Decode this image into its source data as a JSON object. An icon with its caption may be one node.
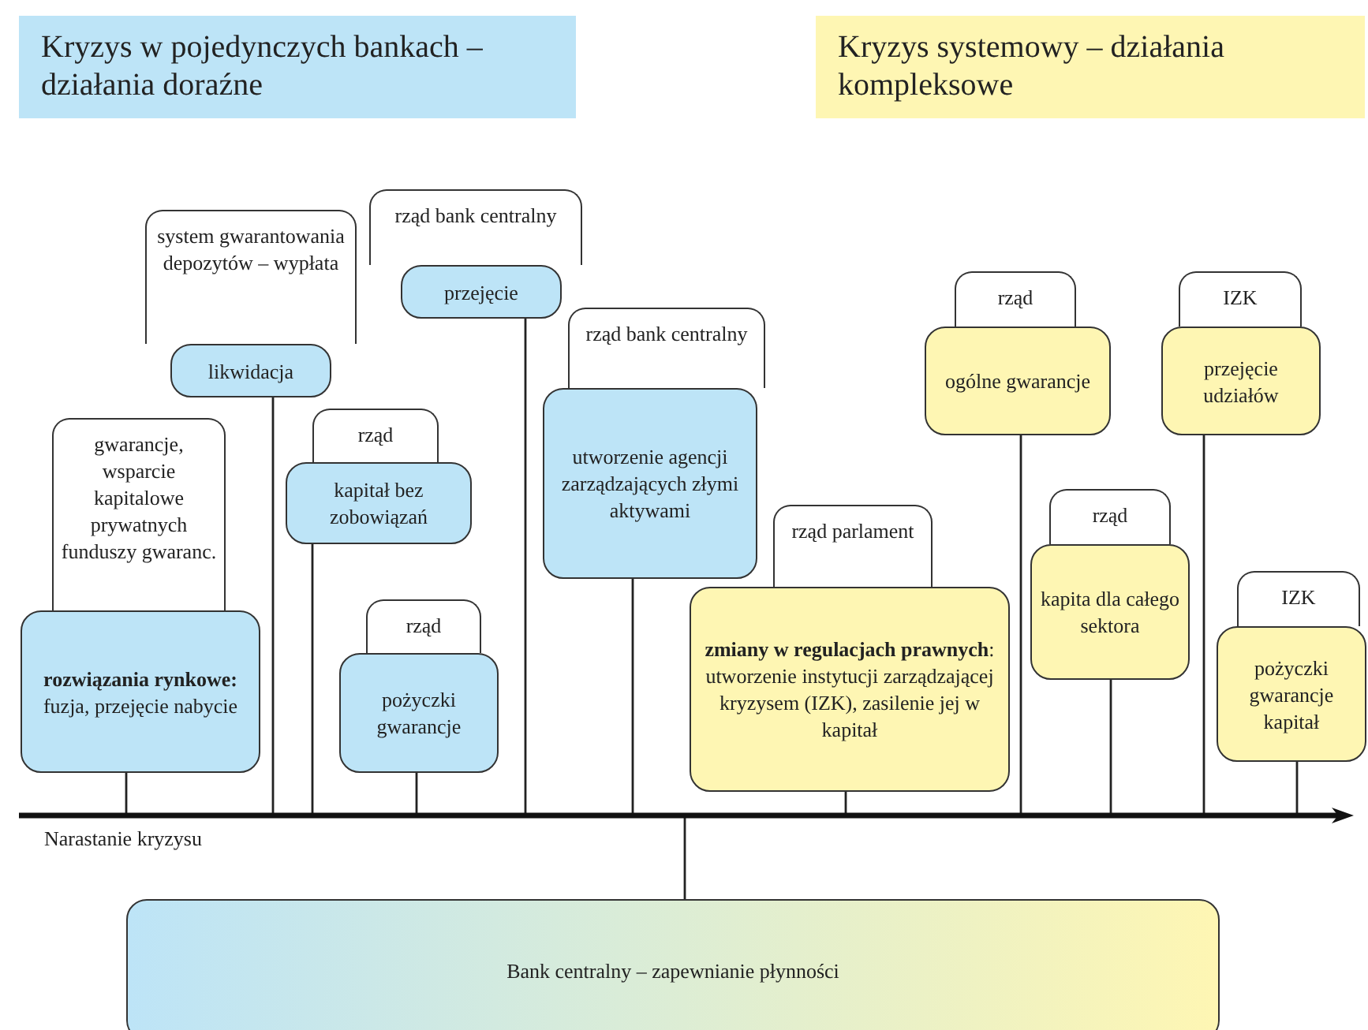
{
  "diagram": {
    "nodes": [
      {
        "text": [
          "Kryzys w pojedynczych bankach – działania doraźne"
        ]
      },
      {
        "text": [
          "Kryzys systemowy – działania kompleksowe"
        ]
      },
      {
        "text": [
          "gwarancje, wsparcie kapitalowe prywatnych funduszy gwaranc."
        ]
      },
      {
        "text": [
          "**rozwiązania rynkowe:** fuzja, przejęcie nabycie"
        ]
      },
      {
        "text": [
          "system gwarantowania depozytów – wypłata"
        ]
      },
      {
        "text": [
          "likwidacja"
        ]
      },
      {
        "text": [
          "rząd bank centralny"
        ]
      },
      {
        "text": [
          "przejęcie"
        ]
      },
      {
        "text": [
          "rząd"
        ]
      },
      {
        "text": [
          "kapitał bez zobowiązań"
        ]
      },
      {
        "text": [
          "rząd"
        ]
      },
      {
        "text": [
          "pożyczki gwarancje"
        ]
      },
      {
        "text": [
          "rząd bank centralny"
        ]
      },
      {
        "text": [
          "utworzenie agencji zarządzających złymi aktywami"
        ]
      },
      {
        "text": [
          "rząd parlament"
        ]
      },
      {
        "text": [
          "**zmiany w regulacjach prawnych**: utworzenie instytucji zarządzającej kryzysem (IZK), zasilenie jej w kapitał"
        ]
      },
      {
        "text": [
          "rząd"
        ]
      },
      {
        "text": [
          "ogólne gwarancje"
        ]
      },
      {
        "text": [
          "IZK"
        ]
      },
      {
        "text": [
          "przejęcie udziałów"
        ]
      },
      {
        "text": [
          "rząd"
        ]
      },
      {
        "text": [
          "kapita dla całego sektora"
        ]
      },
      {
        "text": [
          "IZK"
        ]
      },
      {
        "text": [
          "pożyczki gwarancje kapitał"
        ]
      },
      {
        "text": [
          "Bank centralny – zapewnianie płynności"
        ]
      }
    ],
    "edges": [
      {
        "from": 3,
        "to": null,
        "arrow": "none"
      },
      {
        "from": 5,
        "to": null,
        "arrow": "none"
      },
      {
        "from": 7,
        "to": null,
        "arrow": "none"
      },
      {
        "from": 9,
        "to": null,
        "arrow": "none"
      },
      {
        "from": 11,
        "to": null,
        "arrow": "none"
      },
      {
        "from": 13,
        "to": null,
        "arrow": "none"
      },
      {
        "from": 15,
        "to": null,
        "arrow": "none"
      },
      {
        "from": 17,
        "to": null,
        "arrow": "none"
      },
      {
        "from": 19,
        "to": null,
        "arrow": "none"
      },
      {
        "from": 21,
        "to": null,
        "arrow": "none"
      },
      {
        "from": 23,
        "to": null,
        "arrow": "none"
      },
      {
        "from": null,
        "to": 24,
        "arrow": "none"
      }
    ],
    "labels": [
      "Narastanie kryzysu"
    ]
  }
}
